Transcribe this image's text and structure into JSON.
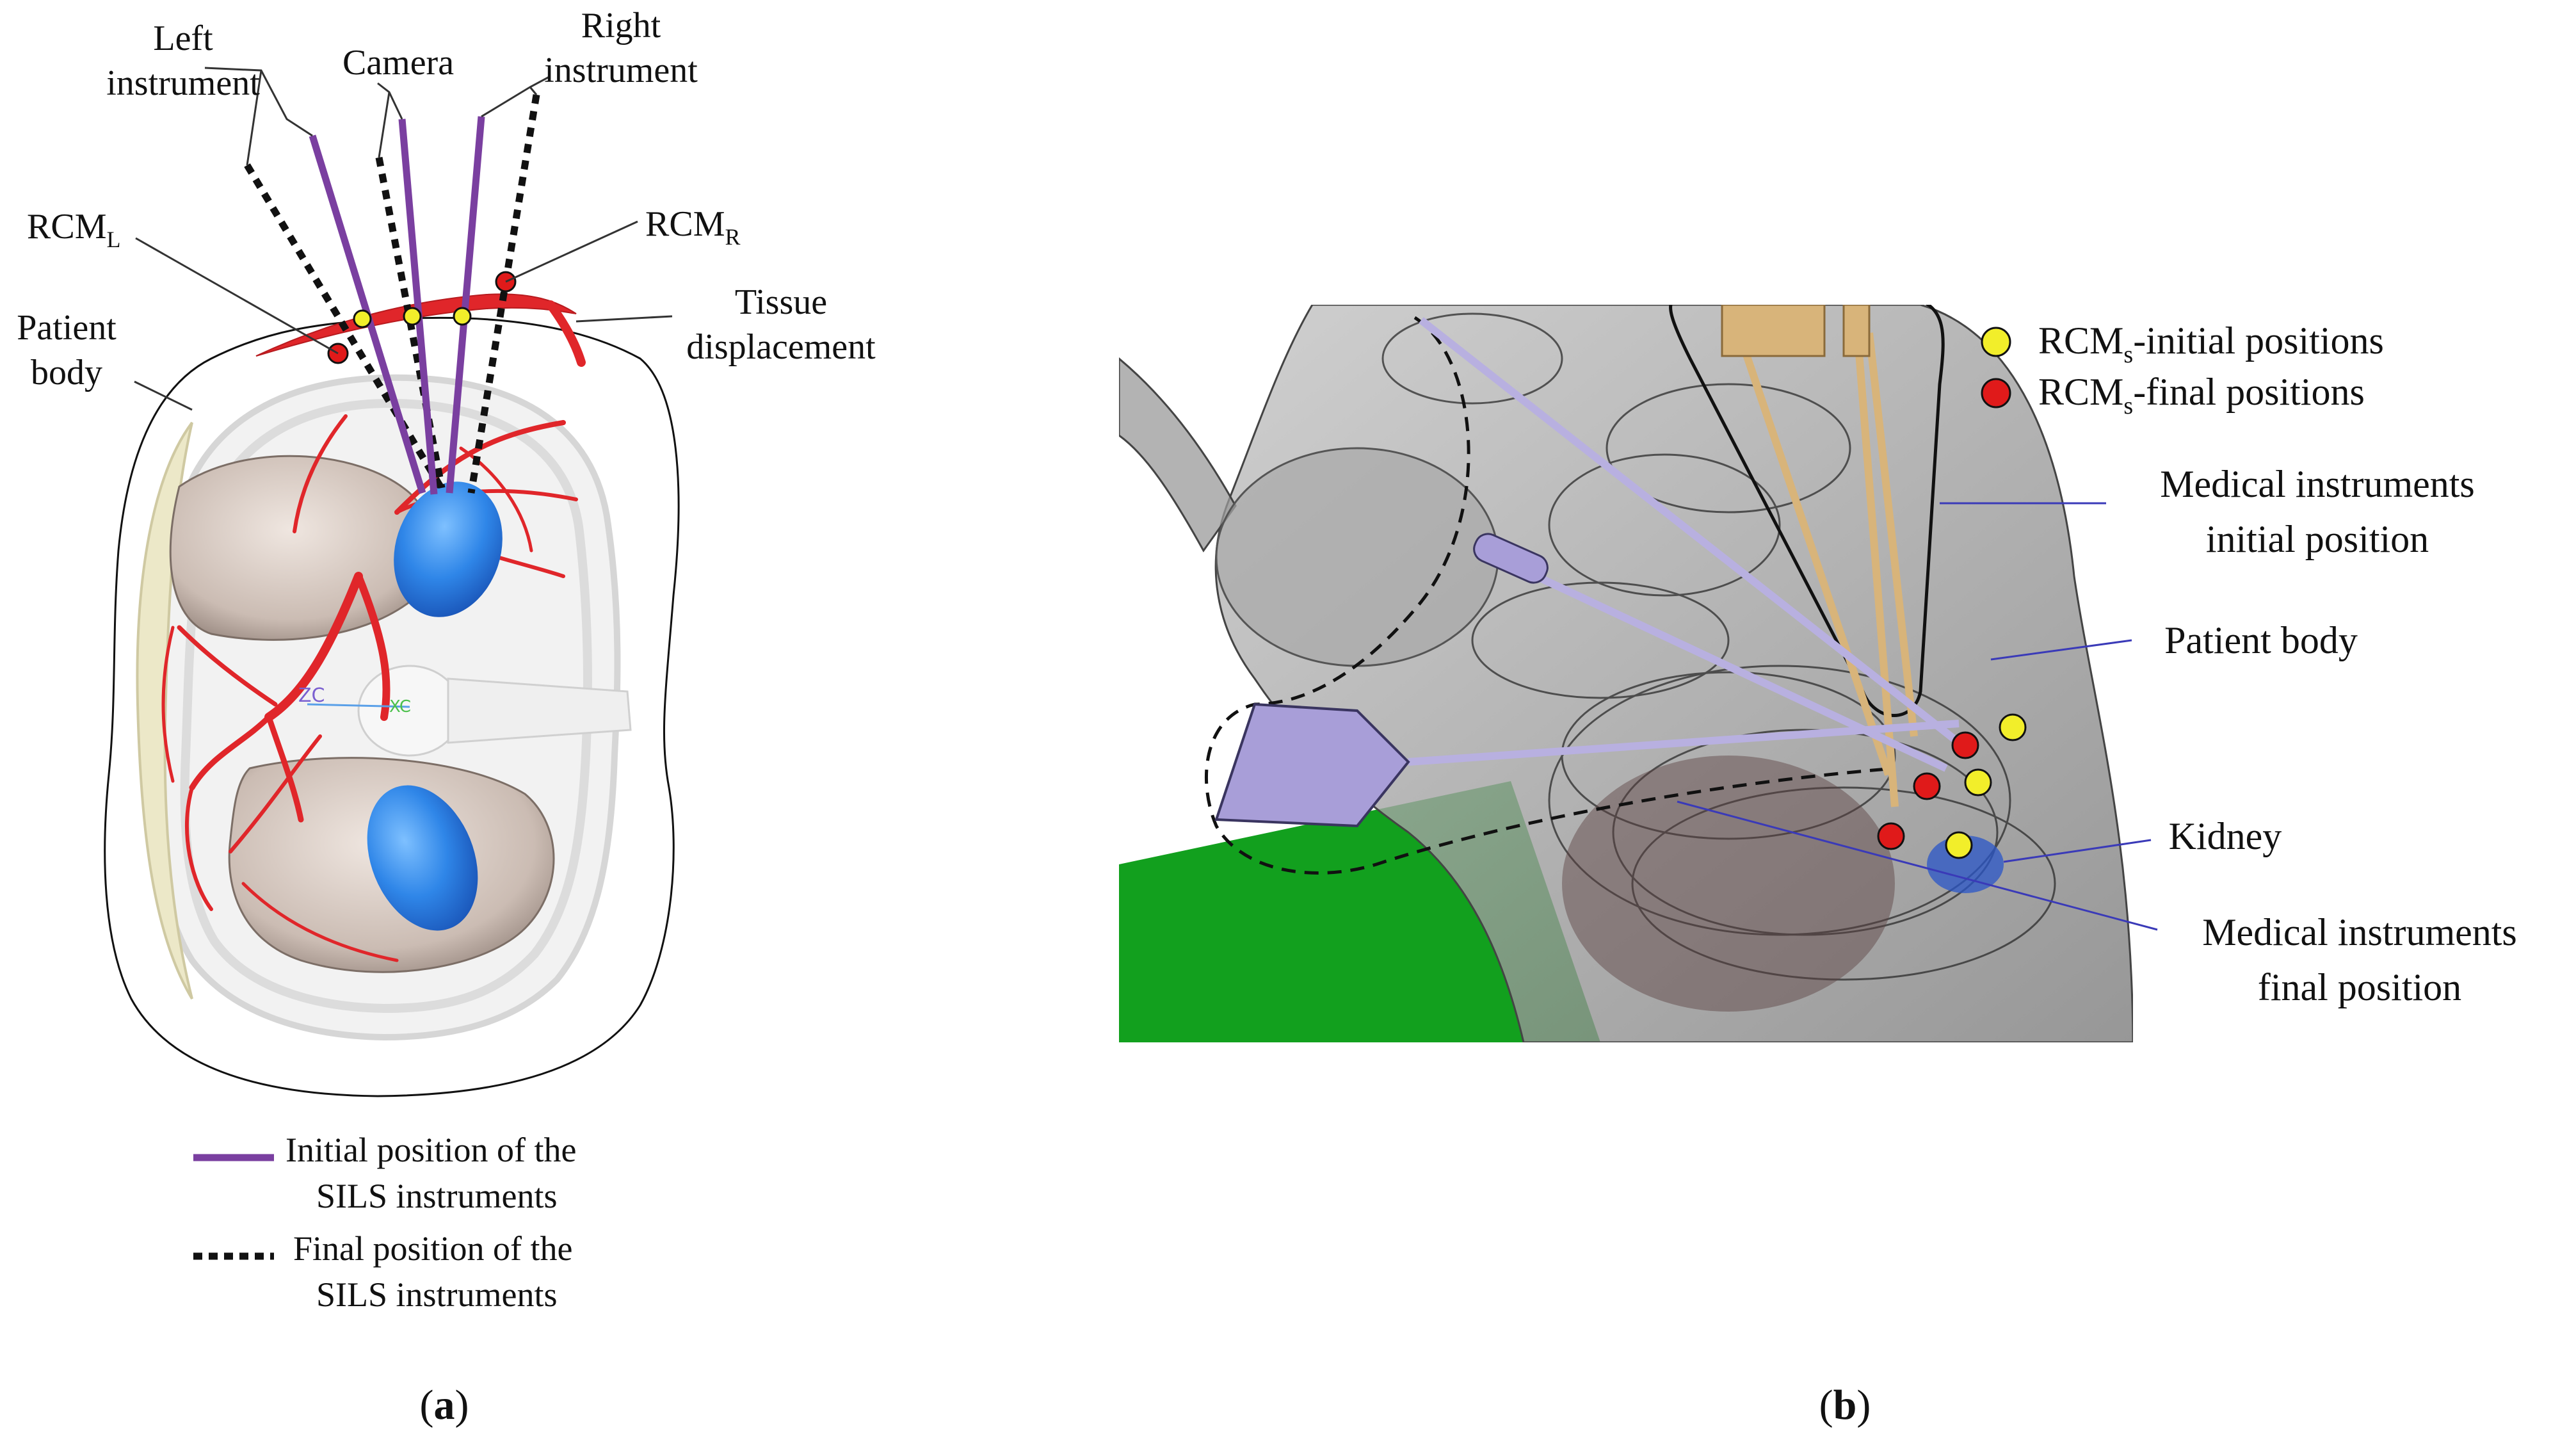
{
  "panel_a": {
    "labels": {
      "left_instrument": [
        "Left",
        "instrument"
      ],
      "camera": "Camera",
      "right_instrument": [
        "Right",
        "instrument"
      ],
      "rcm_left": {
        "base": "RCM",
        "sub": "L"
      },
      "rcm_right": {
        "base": "RCM",
        "sub": "R"
      },
      "patient_body": [
        "Patient",
        "body"
      ],
      "tissue_displacement": [
        "Tissue",
        "displacement"
      ],
      "axis_z": "ZC",
      "axis_x": "XC"
    },
    "legend": [
      {
        "style": "solid",
        "color": "#7a3fa0",
        "lines": [
          "Initial position of the",
          "SILS instruments"
        ]
      },
      {
        "style": "dotted",
        "color": "#111111",
        "lines": [
          "Final position of the",
          "SILS instruments"
        ]
      }
    ],
    "caption": {
      "open": "(",
      "letter": "a",
      "close": ")"
    }
  },
  "panel_b": {
    "legend": [
      {
        "color": "#f2ee2a",
        "base": "RCM",
        "sub": "s",
        "text": "-initial positions"
      },
      {
        "color": "#e01a1a",
        "base": "RCM",
        "sub": "s",
        "text": "-final positions"
      }
    ],
    "labels": {
      "instruments_initial": [
        "Medical instruments",
        "initial position"
      ],
      "patient_body": "Patient body",
      "kidney": "Kidney",
      "instruments_final": [
        "Medical instruments",
        "final position"
      ]
    },
    "caption": {
      "open": "(",
      "letter": "b",
      "close": ")"
    }
  },
  "colors": {
    "instrument_initial": "#7a3fa0",
    "vessels": "#e0262a",
    "kidney": "#2f86e8",
    "rcm_initial": "#f2ee2a",
    "rcm_final": "#e01a1a",
    "floor": "#12a01e",
    "body_gray": "#9c9c9c",
    "lavender_instrument": "#b8b0e0",
    "tan_instrument": "#d8b47a"
  }
}
